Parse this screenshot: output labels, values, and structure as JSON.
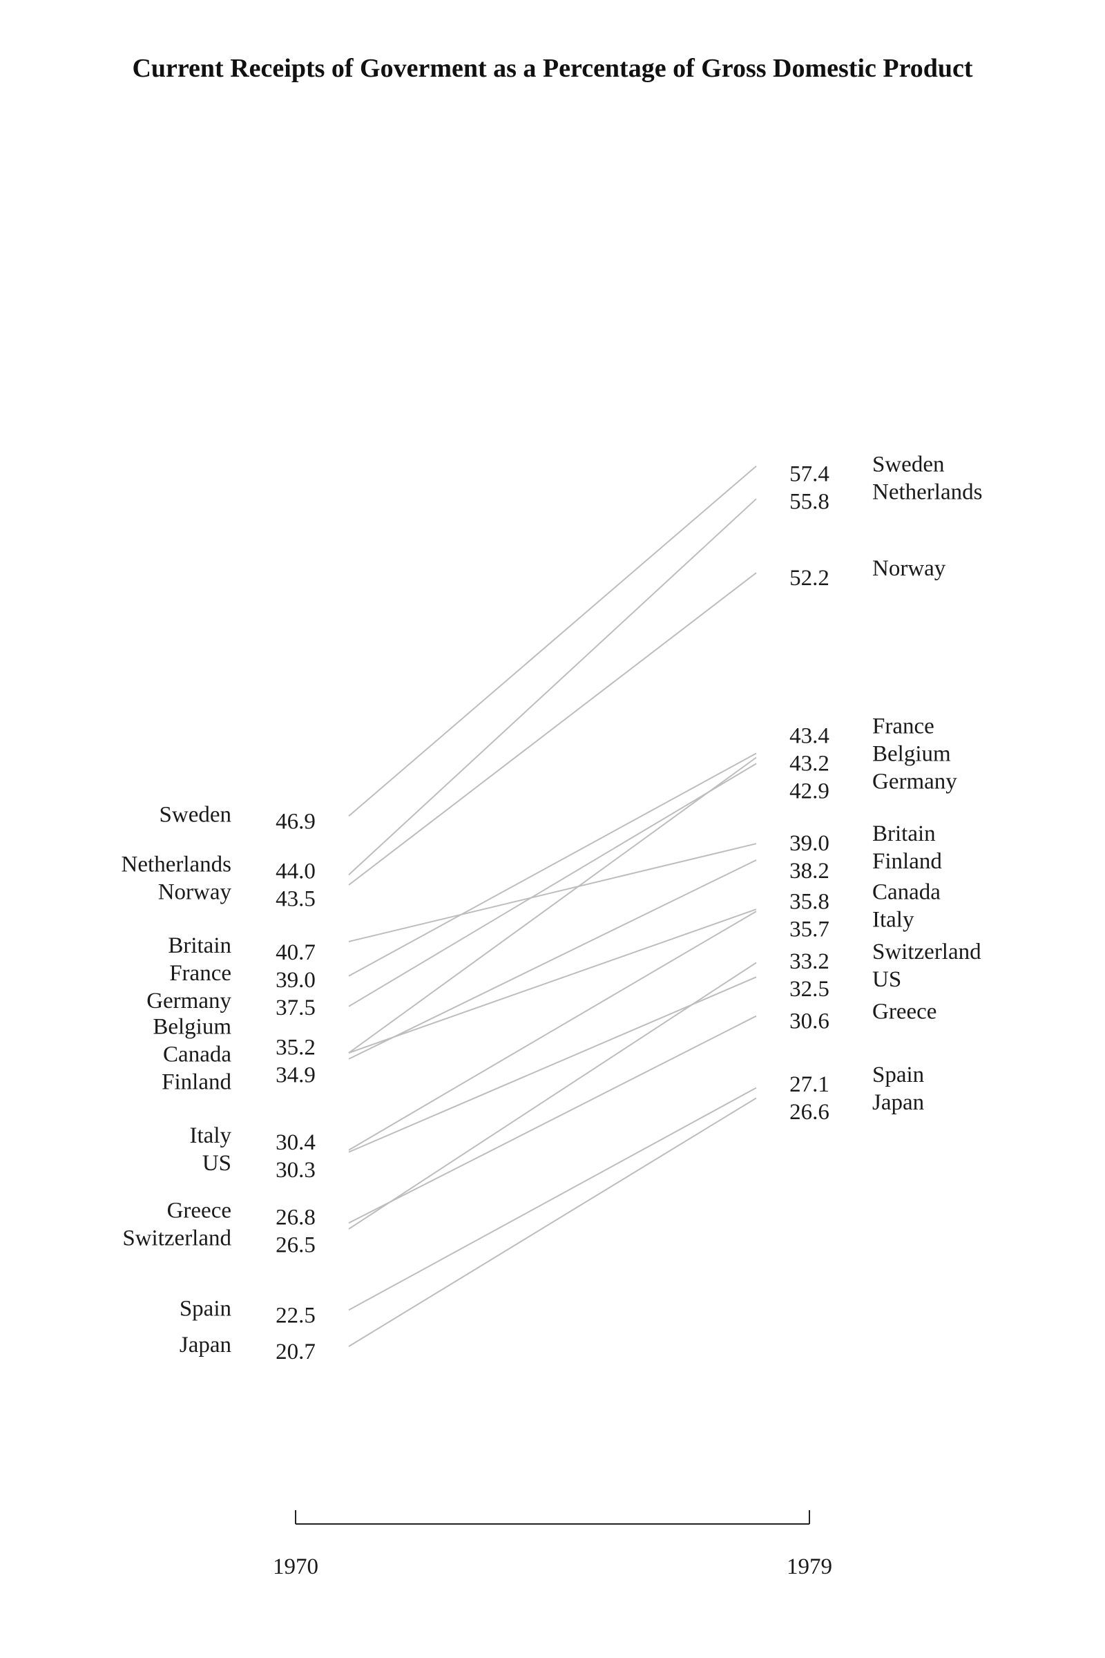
{
  "chart_data": {
    "type": "slope",
    "title": "Current Receipts of Goverment as a Percentage of Gross Domestic Product",
    "x": [
      "1970",
      "1979"
    ],
    "series": [
      {
        "name": "Sweden",
        "values": [
          46.9,
          57.4
        ]
      },
      {
        "name": "Netherlands",
        "values": [
          44.0,
          55.8
        ]
      },
      {
        "name": "Norway",
        "values": [
          43.5,
          52.2
        ]
      },
      {
        "name": "Britain",
        "values": [
          40.7,
          39.0
        ]
      },
      {
        "name": "France",
        "values": [
          39.0,
          43.4
        ]
      },
      {
        "name": "Germany",
        "values": [
          37.5,
          42.9
        ]
      },
      {
        "name": "Belgium",
        "values": [
          35.2,
          43.2
        ]
      },
      {
        "name": "Canada",
        "values": [
          35.2,
          35.8
        ]
      },
      {
        "name": "Finland",
        "values": [
          34.9,
          38.2
        ]
      },
      {
        "name": "Italy",
        "values": [
          30.4,
          35.7
        ]
      },
      {
        "name": "US",
        "values": [
          30.3,
          32.5
        ]
      },
      {
        "name": "Greece",
        "values": [
          26.8,
          30.6
        ]
      },
      {
        "name": "Switzerland",
        "values": [
          26.5,
          33.2
        ]
      },
      {
        "name": "Spain",
        "values": [
          22.5,
          27.1
        ]
      },
      {
        "name": "Japan",
        "values": [
          20.7,
          26.6
        ]
      }
    ],
    "left_groups": [
      {
        "names": [
          "Sweden"
        ],
        "values": [
          "46.9"
        ]
      },
      {
        "names": [
          "Netherlands",
          "Norway"
        ],
        "values": [
          "44.0",
          "43.5"
        ]
      },
      {
        "names": [
          "Britain",
          "France",
          "Germany"
        ],
        "values": [
          "40.7",
          "39.0",
          "37.5"
        ]
      },
      {
        "names": [
          "Belgium",
          "Canada",
          "Finland"
        ],
        "values": [
          "35.2",
          "34.9"
        ]
      },
      {
        "names": [
          "Italy",
          "US"
        ],
        "values": [
          "30.4",
          "30.3"
        ]
      },
      {
        "names": [
          "Greece",
          "Switzerland"
        ],
        "values": [
          "26.8",
          "26.5"
        ]
      },
      {
        "names": [
          "Spain"
        ],
        "values": [
          "22.5"
        ]
      },
      {
        "names": [
          "Japan"
        ],
        "values": [
          "20.7"
        ]
      }
    ],
    "right_groups": [
      {
        "names": [
          "Sweden",
          "Netherlands"
        ],
        "values": [
          "57.4",
          "55.8"
        ]
      },
      {
        "names": [
          "Norway"
        ],
        "values": [
          "52.2"
        ]
      },
      {
        "names": [
          "France",
          "Belgium",
          "Germany"
        ],
        "values": [
          "43.4",
          "43.2",
          "42.9"
        ]
      },
      {
        "names": [
          "Britain",
          "Finland"
        ],
        "values": [
          "39.0",
          "38.2"
        ]
      },
      {
        "names": [
          "Canada",
          "Italy"
        ],
        "values": [
          "35.8",
          "35.7"
        ]
      },
      {
        "names": [
          "Switzerland",
          "US"
        ],
        "values": [
          "33.2",
          "32.5"
        ]
      },
      {
        "names": [
          "Greece"
        ],
        "values": [
          "30.6"
        ]
      },
      {
        "names": [
          "Spain",
          "Japan"
        ],
        "values": [
          "27.1",
          "26.6"
        ]
      }
    ],
    "grid": false,
    "legend": "none",
    "line_color": "#bdbdbd",
    "text_color": "#1a1a1a"
  }
}
